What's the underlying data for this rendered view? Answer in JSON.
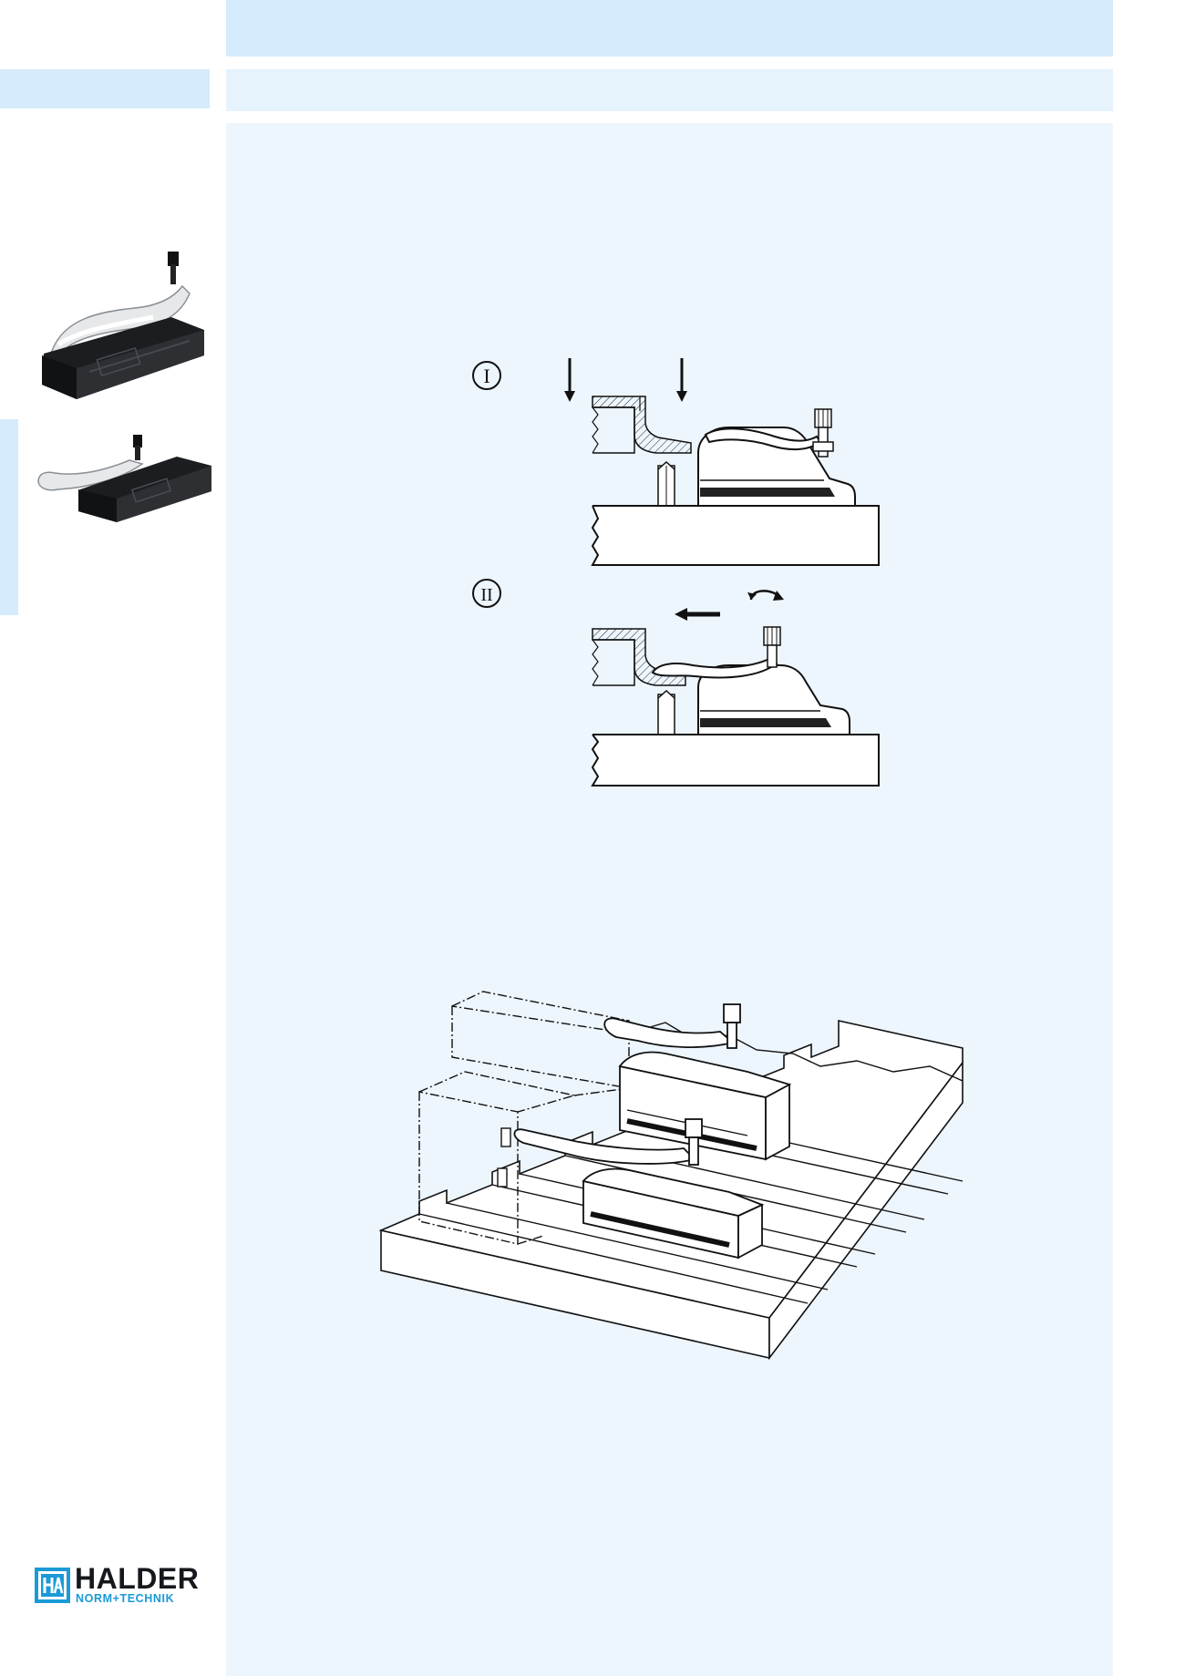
{
  "diagram": {
    "step_one": "I",
    "step_two": "II"
  },
  "logo": {
    "name": "HALDER",
    "tagline": "NORM+TECHNIK"
  },
  "colors": {
    "header_band": "#d6ebfb",
    "content_panel": "#edf5fd",
    "brand_blue": "#1a9ad6",
    "brand_dark": "#15181c"
  },
  "icons": {
    "step_arrow": "arrow-down-icon",
    "push_arrow": "arrow-left-icon",
    "rotate": "rotate-icon"
  }
}
